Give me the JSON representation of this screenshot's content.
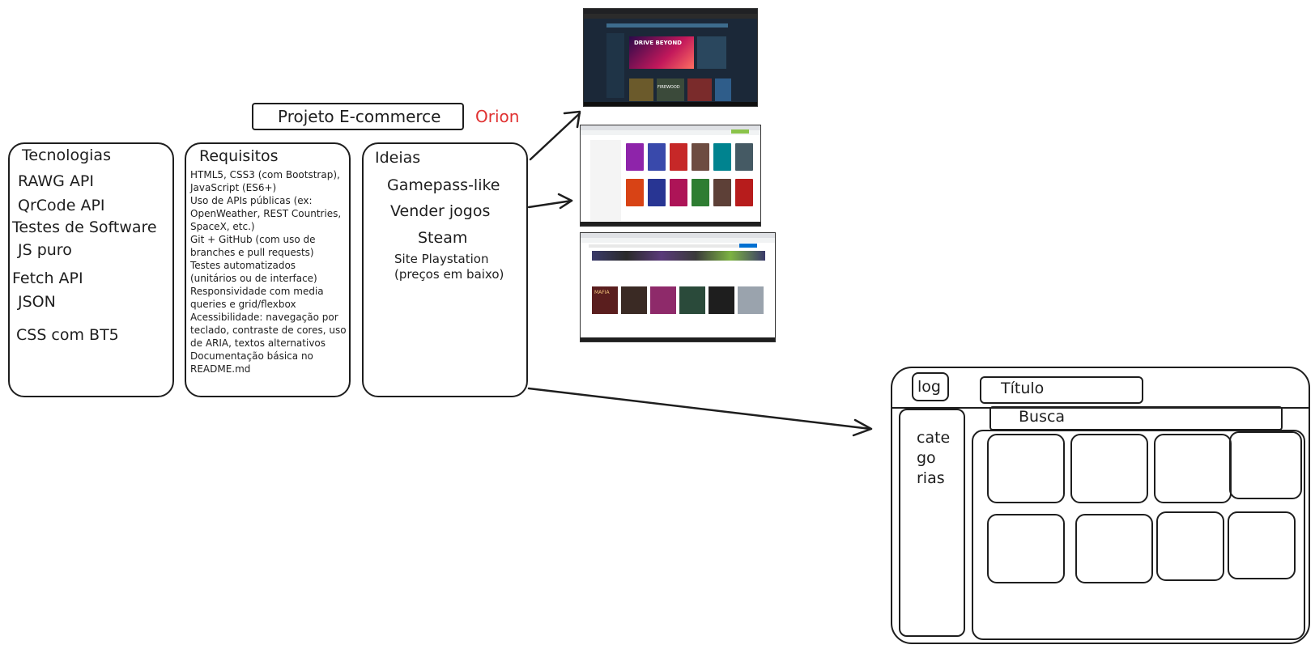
{
  "project": {
    "title": "Projeto E-commerce",
    "team": "Orion",
    "team_color": "#e03131"
  },
  "tecnologias": {
    "heading": "Tecnologias",
    "items": [
      "RAWG API",
      "QrCode API",
      "Testes de Software",
      "JS puro",
      "Fetch API",
      "JSON",
      "CSS com BT5"
    ]
  },
  "requisitos": {
    "heading": "Requisitos",
    "text": "HTML5, CSS3 (com Bootstrap),\nJavaScript (ES6+)\nUso de APIs públicas (ex:\nOpenWeather, REST Countries,\nSpaceX, etc.)\nGit + GitHub (com uso de\nbranches e pull requests)\nTestes automatizados\n(unitários ou de interface)\nResponsividade com media\nqueries e grid/flexbox\nAcessibilidade: navegação por\nteclado, contraste de cores, uso\nde ARIA, textos alternativos\nDocumentação básica no\nREADME.md"
  },
  "ideias": {
    "heading": "Ideias",
    "items": [
      "Gamepass-like",
      "Vender jogos",
      "Steam"
    ],
    "playstation_line1": "Site Playstation",
    "playstation_line2": "(preços em baixo)"
  },
  "screenshots": {
    "steam_banner": "DRIVE BEYOND",
    "steam_tile_2": "FIREWOOD",
    "ps_tile": "MAFIA"
  },
  "wireframe": {
    "logo": "log",
    "title": "Título",
    "search": "Busca",
    "categories_1": "cate",
    "categories_2": "go",
    "categories_3": "rias"
  },
  "colors": {
    "ink": "#1e1e1e",
    "accent_red": "#e03131",
    "steam_bg": "#1b2838",
    "steam_banner": "#c2185b"
  }
}
